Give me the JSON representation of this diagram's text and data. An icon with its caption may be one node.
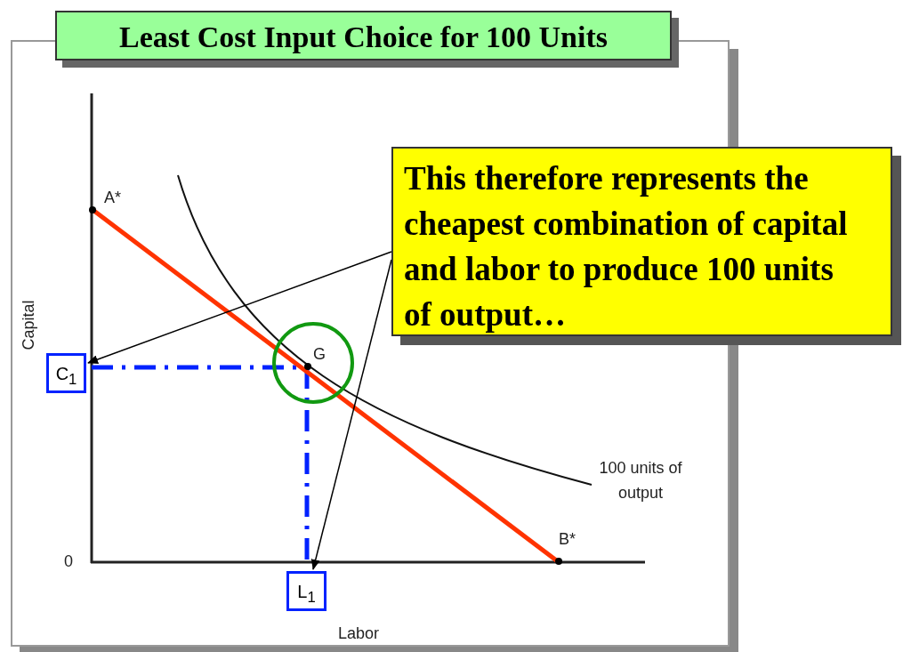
{
  "diagram": {
    "title": "Least Cost Input Choice for 100 Units",
    "nodes": [
      {
        "text": [
          "This therefore represents the cheapest combination of capital and labor to produce 100 units of output…"
        ]
      },
      {
        "text": [
          "C$_{1}$"
        ]
      },
      {
        "text": [
          "L$_{1}$"
        ]
      }
    ],
    "edges": [
      {
        "from": 0,
        "to": 1,
        "arrow": "to"
      },
      {
        "from": 0,
        "to": 2,
        "arrow": "to"
      }
    ],
    "labels": [
      "A*",
      "G",
      "Capital",
      "0",
      "100 units of output",
      "B*",
      "Labor"
    ]
  }
}
